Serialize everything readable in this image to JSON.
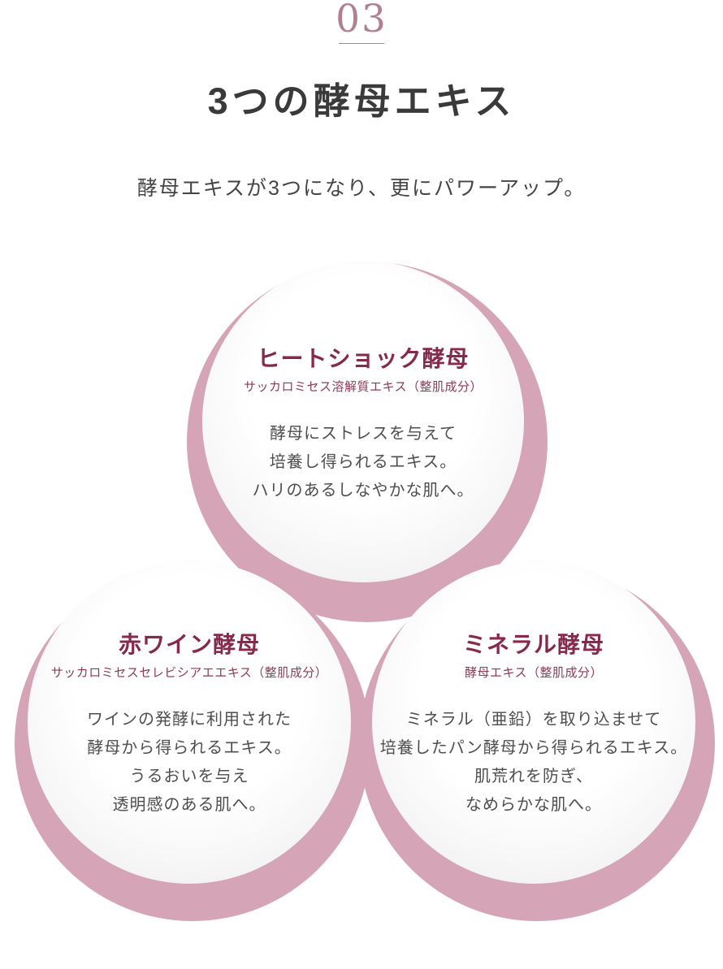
{
  "section": {
    "number": "03",
    "title": "3つの酵母エキス",
    "subtitle": "酵母エキスが3つになり、更にパワーアップ。"
  },
  "colors": {
    "accent_mauve": "#b27e91",
    "heading_maroon": "#86294b",
    "ingredient_maroon": "#8c3a58",
    "bubble_pink": "#d5a4b7",
    "title_gray": "#3a3a3a",
    "body_gray": "#4e4e4e"
  },
  "yeasts": [
    {
      "name": "ヒートショック酵母",
      "ingredient": "サッカロミセス溶解質エキス（整肌成分）",
      "description_lines": [
        "酵母にストレスを与えて",
        "培養し得られるエキス。",
        "ハリのあるしなやかな肌へ。"
      ]
    },
    {
      "name": "赤ワイン酵母",
      "ingredient": "サッカロミセスセレビシアエエキス（整肌成分）",
      "description_lines": [
        "ワインの発酵に利用された",
        "酵母から得られるエキス。",
        "うるおいを与え",
        "透明感のある肌へ。"
      ]
    },
    {
      "name": "ミネラル酵母",
      "ingredient": "酵母エキス（整肌成分）",
      "description_lines": [
        "ミネラル（亜鉛）を取り込ませて",
        "培養したパン酵母から得られるエキス。",
        "肌荒れを防ぎ、",
        "なめらかな肌へ。"
      ]
    }
  ]
}
